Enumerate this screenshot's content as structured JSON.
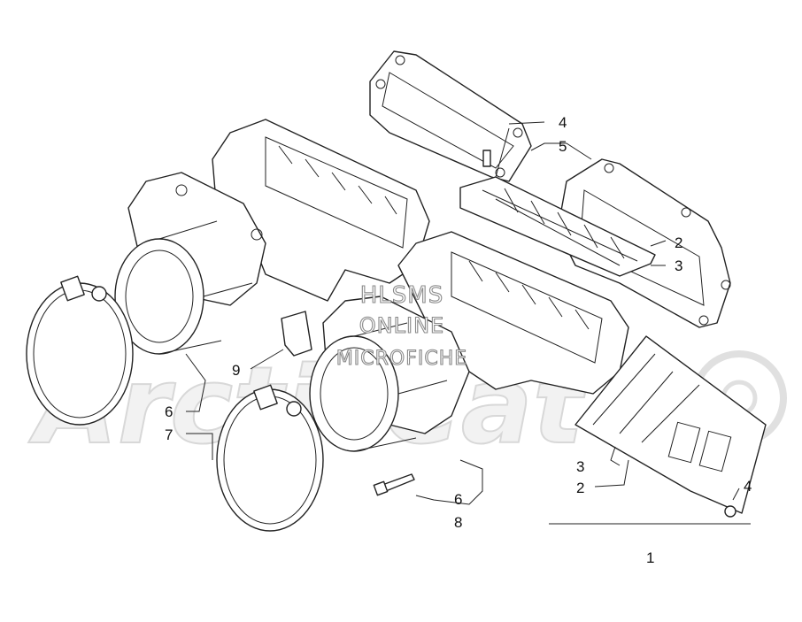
{
  "watermark": {
    "brand_logo_text": "ArcticCat",
    "line1": "HLSMS",
    "line2": "ONLINE",
    "line3": "MICROFICHE"
  },
  "callouts": {
    "c1": "1",
    "c2_top": "2",
    "c2_bottom": "2",
    "c3_top": "3",
    "c3_bottom": "3",
    "c4_top": "4",
    "c4_bottom": "4",
    "c5": "5",
    "c6_left": "6",
    "c6_right": "6",
    "c7": "7",
    "c8": "8",
    "c9": "9"
  }
}
